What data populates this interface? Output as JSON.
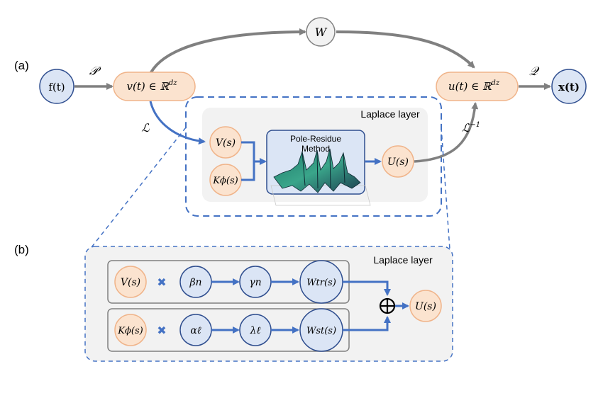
{
  "panel_a": {
    "label": "(a)",
    "nodes": {
      "f": "f(t)",
      "v": "v(t) ∈ ℝ",
      "v_sup": "dz",
      "w": "W",
      "u": "u(t) ∈ ℝ",
      "u_sup": "dz",
      "x": "x(t)",
      "V": "V(s)",
      "K": "Kϕ(s)",
      "U": "U(s)"
    },
    "edges": {
      "P": "𝒫",
      "Q": "𝒬",
      "L": "ℒ",
      "Linv": "ℒ",
      "Linv_sup": "−1"
    },
    "laplace_layer_title": "Laplace layer",
    "method_title": "Pole-Residue",
    "method_subtitle": "Method"
  },
  "panel_b": {
    "label": "(b)",
    "laplace_layer_title": "Laplace layer",
    "row1": [
      "V(s)",
      "βn",
      "γn",
      "Wtr(s)"
    ],
    "row2": [
      "Kϕ(s)",
      "αℓ",
      "λℓ",
      "Wst(s)"
    ],
    "output": "U(s)",
    "times": "✖",
    "oplus": "⊕"
  },
  "colors": {
    "orange_fill": "#fbe3cf",
    "orange_stroke": "#f0b48a",
    "blue_fill": "#dbe5f5",
    "blue_stroke": "#2f4e8f",
    "blue_arrow": "#4472c4",
    "gray_arrow": "#808080"
  }
}
